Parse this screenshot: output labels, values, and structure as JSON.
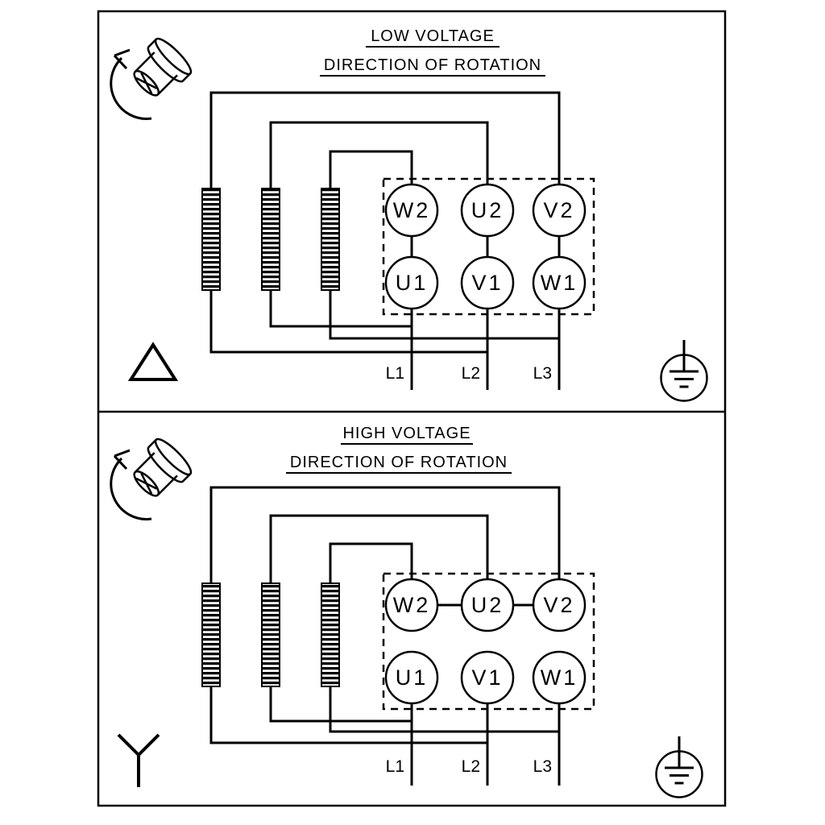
{
  "colors": {
    "ink": "#000000",
    "paper": "#ffffff"
  },
  "panels": [
    {
      "title": "LOW VOLTAGE",
      "subtitle": "DIRECTION OF ROTATION",
      "connection": "delta",
      "terminals_top": [
        "W2",
        "U2",
        "V2"
      ],
      "terminals_bottom": [
        "U1",
        "V1",
        "W1"
      ],
      "supply_lines": [
        "L1",
        "L2",
        "L3"
      ]
    },
    {
      "title": "HIGH VOLTAGE",
      "subtitle": "DIRECTION OF ROTATION",
      "connection": "star",
      "terminals_top": [
        "W2",
        "U2",
        "V2"
      ],
      "terminals_bottom": [
        "U1",
        "V1",
        "W1"
      ],
      "supply_lines": [
        "L1",
        "L2",
        "L3"
      ]
    }
  ],
  "icons": {
    "rotation": "shaft-rotation-arrow",
    "earth": "protective-earth-ground"
  }
}
